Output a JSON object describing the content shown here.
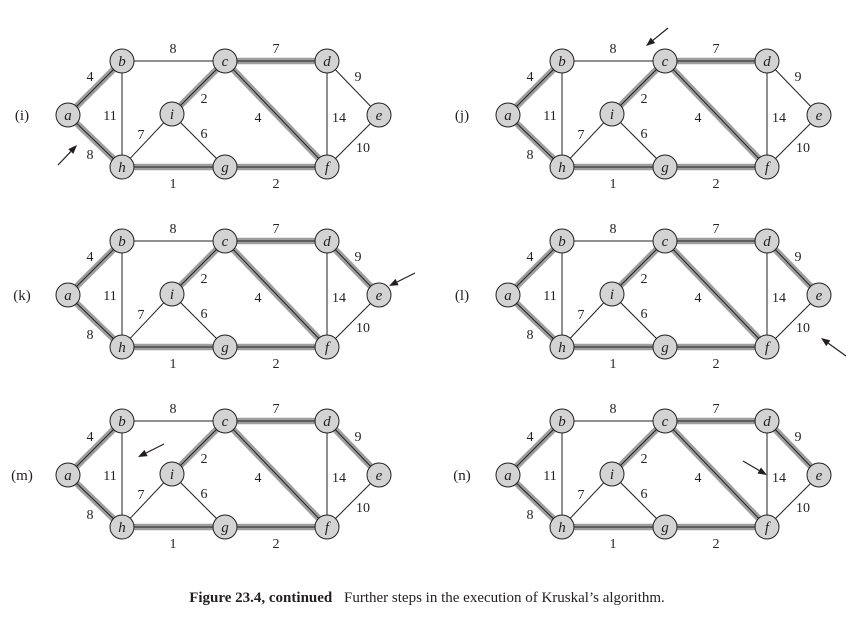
{
  "caption": {
    "label": "Figure 23.4, continued",
    "text": "Further steps in the execution of Kruskal’s algorithm."
  },
  "colors": {
    "node_fill": "#d3d3d3",
    "node_stroke": "#231f20",
    "highlight": "#9e9e9e",
    "edge": "#231f20",
    "text": "#231f20"
  },
  "vertices": [
    "a",
    "b",
    "c",
    "d",
    "e",
    "f",
    "g",
    "h",
    "i"
  ],
  "edges": [
    {
      "id": "ab",
      "from": "a",
      "to": "b",
      "weight": "4"
    },
    {
      "id": "ah",
      "from": "a",
      "to": "h",
      "weight": "8"
    },
    {
      "id": "bc",
      "from": "b",
      "to": "c",
      "weight": "8"
    },
    {
      "id": "bh",
      "from": "b",
      "to": "h",
      "weight": "11"
    },
    {
      "id": "cd",
      "from": "c",
      "to": "d",
      "weight": "7"
    },
    {
      "id": "ci",
      "from": "c",
      "to": "i",
      "weight": "2"
    },
    {
      "id": "cf",
      "from": "c",
      "to": "f",
      "weight": "4"
    },
    {
      "id": "de",
      "from": "d",
      "to": "e",
      "weight": "9"
    },
    {
      "id": "df",
      "from": "d",
      "to": "f",
      "weight": "14"
    },
    {
      "id": "ef",
      "from": "e",
      "to": "f",
      "weight": "10"
    },
    {
      "id": "hi",
      "from": "h",
      "to": "i",
      "weight": "7"
    },
    {
      "id": "ig",
      "from": "i",
      "to": "g",
      "weight": "6"
    },
    {
      "id": "hg",
      "from": "h",
      "to": "g",
      "weight": "1"
    },
    {
      "id": "gf",
      "from": "g",
      "to": "f",
      "weight": "2"
    }
  ],
  "panels": [
    {
      "label": "(i)",
      "highlighted": [
        "ab",
        "ah",
        "ci",
        "cd",
        "cf",
        "hg",
        "gf"
      ],
      "arrow_edge": "ah"
    },
    {
      "label": "(j)",
      "highlighted": [
        "ab",
        "ah",
        "ci",
        "cd",
        "cf",
        "hg",
        "gf"
      ],
      "arrow_edge": "bc"
    },
    {
      "label": "(k)",
      "highlighted": [
        "ab",
        "ah",
        "ci",
        "cd",
        "cf",
        "hg",
        "gf",
        "de"
      ],
      "arrow_edge": "de"
    },
    {
      "label": "(l)",
      "highlighted": [
        "ab",
        "ah",
        "ci",
        "cd",
        "cf",
        "hg",
        "gf",
        "de"
      ],
      "arrow_edge": "ef"
    },
    {
      "label": "(m)",
      "highlighted": [
        "ab",
        "ah",
        "ci",
        "cd",
        "cf",
        "hg",
        "gf",
        "de"
      ],
      "arrow_edge": "bh"
    },
    {
      "label": "(n)",
      "highlighted": [
        "ab",
        "ah",
        "ci",
        "cd",
        "cf",
        "hg",
        "gf",
        "de"
      ],
      "arrow_edge": "df"
    }
  ]
}
